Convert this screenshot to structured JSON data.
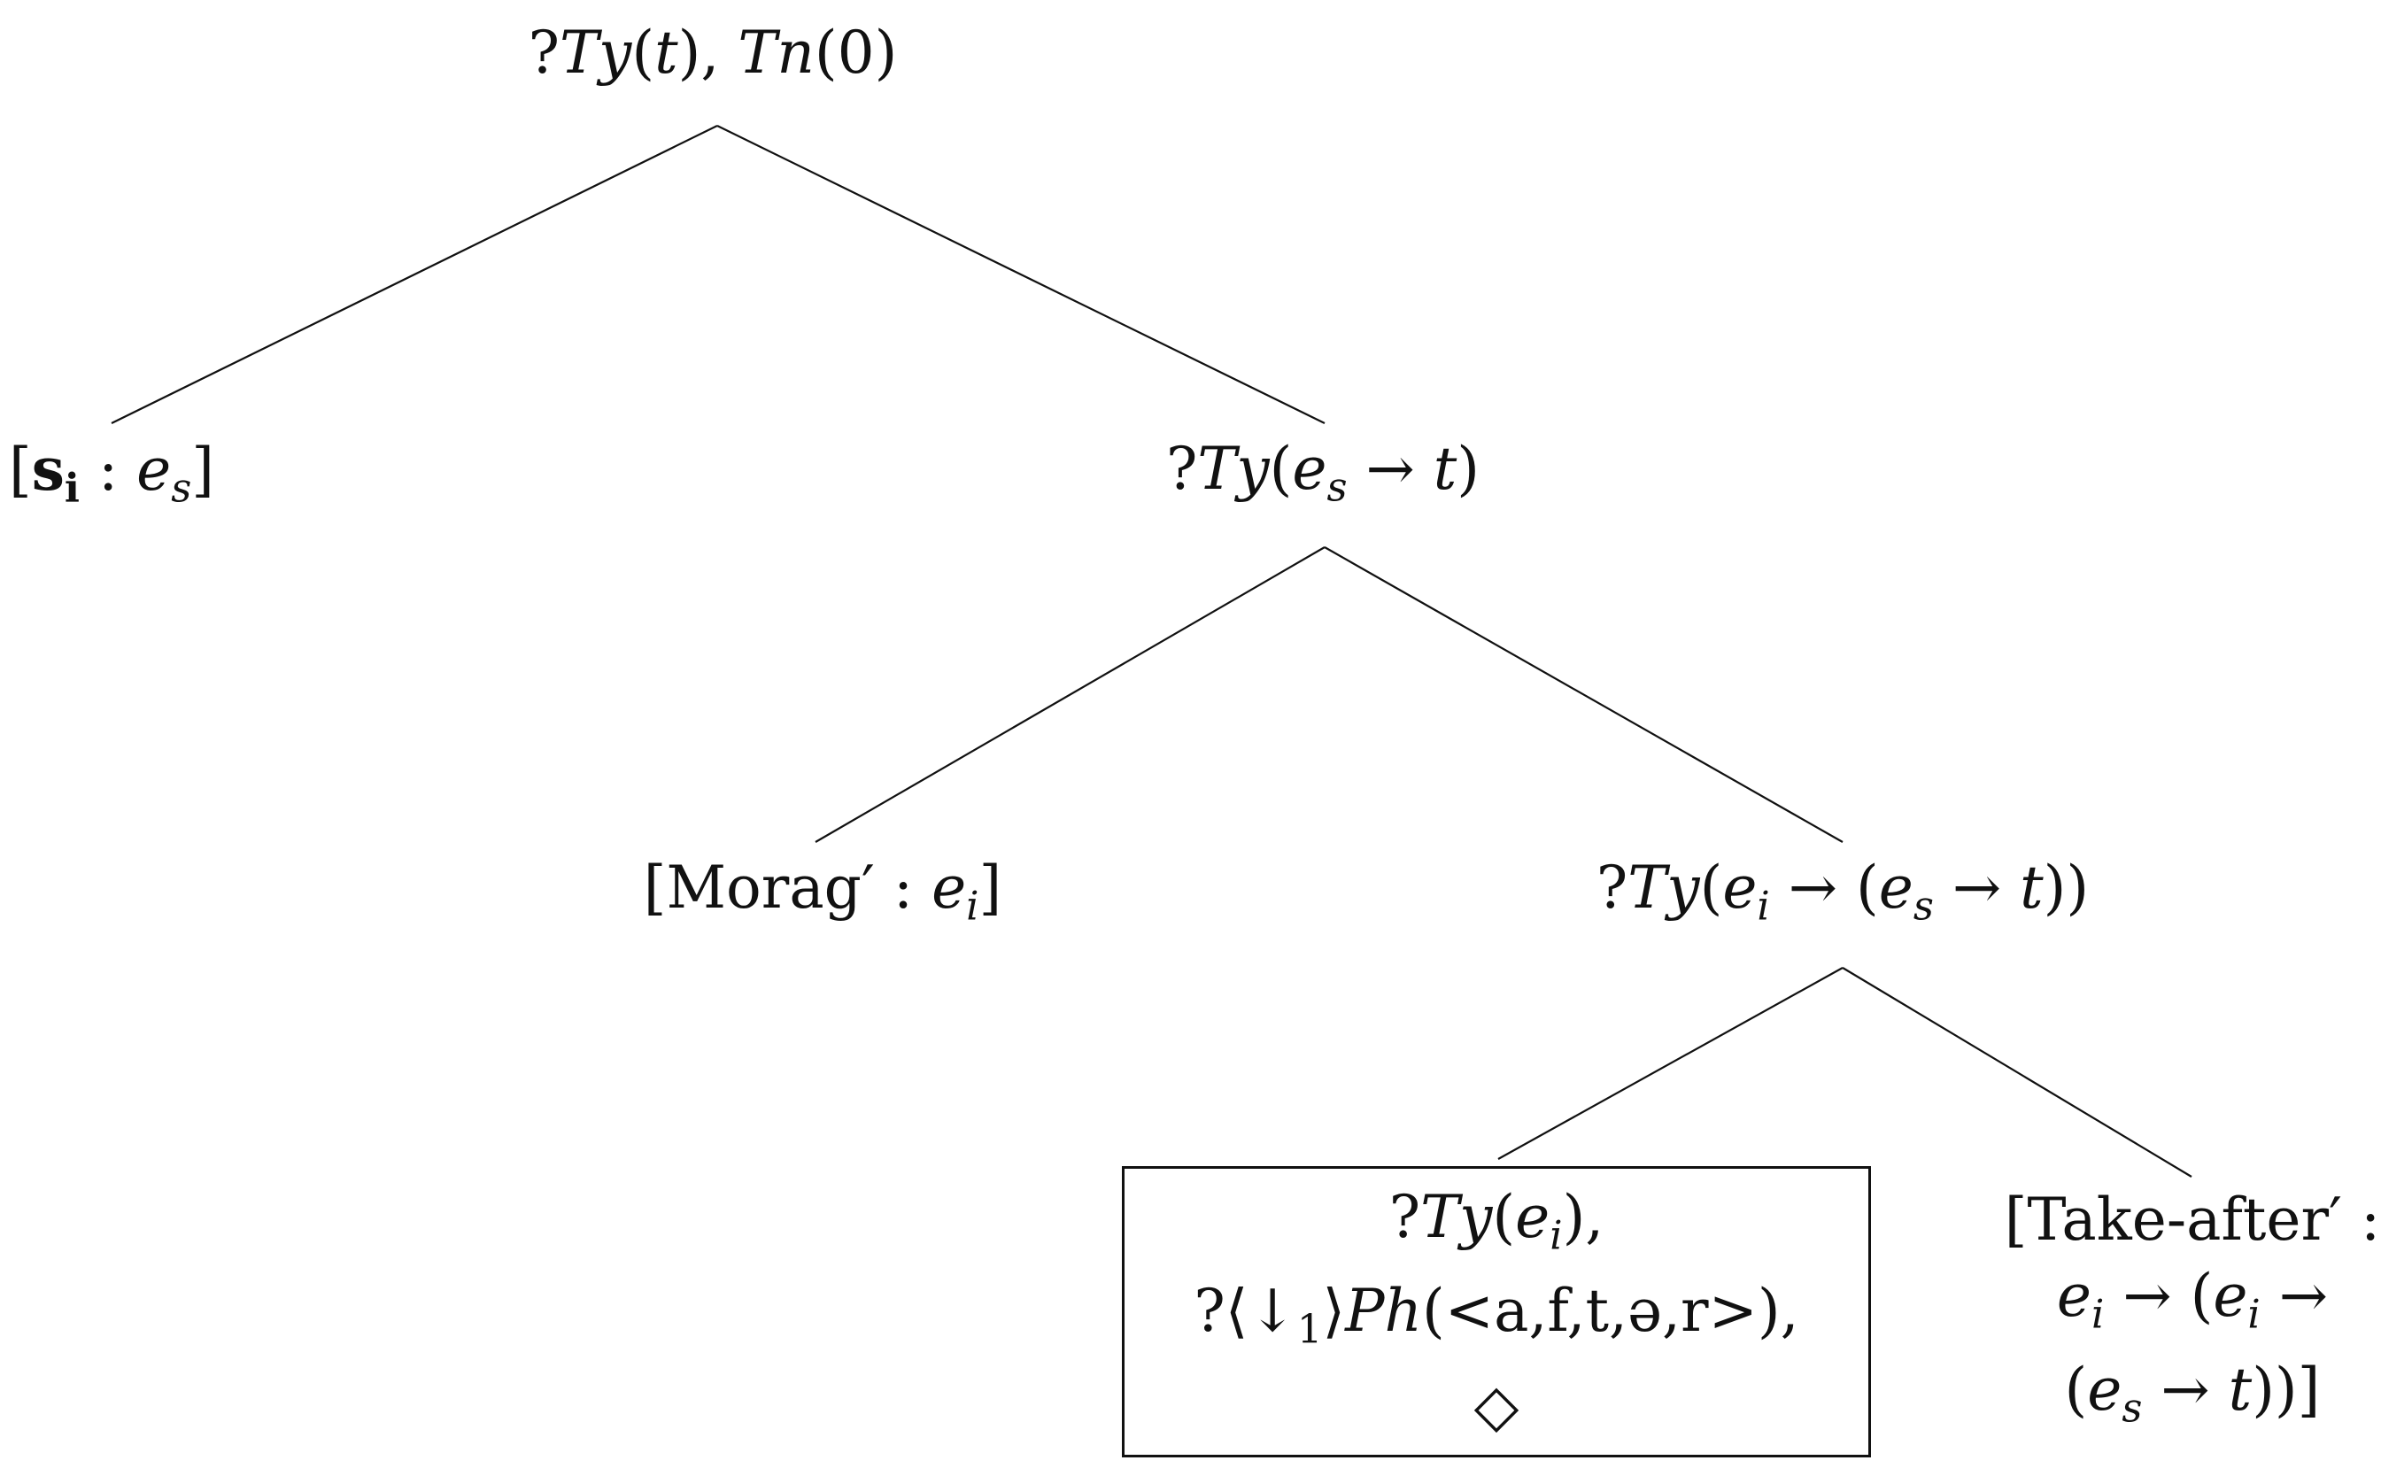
{
  "tree": {
    "root": {
      "a": "?",
      "b": "Ty",
      "c": "(",
      "d": "t",
      "e": "), ",
      "f": "Tn",
      "g": "(0)"
    },
    "subject": {
      "open": "[",
      "s": "s",
      "si": "i",
      "colon": " : ",
      "e": "e",
      "es": "s",
      "close": "]"
    },
    "vp": {
      "a": "?",
      "b": "Ty",
      "c": "(",
      "e": "e",
      "es": "s",
      "arrow": " → ",
      "t": "t",
      "close": ")"
    },
    "object": {
      "open": "[Morag′ : ",
      "e": "e",
      "ei": "i",
      "close": "]"
    },
    "verb_type": {
      "a": "?",
      "b": "Ty",
      "c": "(",
      "e1": "e",
      "e1s": "i",
      "arr1": " → (",
      "e2": "e",
      "e2s": "s",
      "arr2": " → ",
      "t": "t",
      "close": "))"
    },
    "pointer_node": {
      "l1a": "?",
      "l1b": "Ty",
      "l1c": "(",
      "l1e": "e",
      "l1s": "i",
      "l1d": "),",
      "l2a": "?⟨↓",
      "l2s": "1",
      "l2b": "⟩",
      "l2c": "Ph",
      "l2d": "(<a,f,t,ə,r>),",
      "l3": "◇"
    },
    "take_after": {
      "l1": "[Take-after′ :",
      "l2a": "e",
      "l2s": "i",
      "l2b": " → (",
      "l2c": "e",
      "l2cs": "i",
      "l2d": " →",
      "l3a": "(",
      "l3b": "e",
      "l3bs": "s",
      "l3c": " → ",
      "l3d": "t",
      "l3e": "))]"
    }
  }
}
